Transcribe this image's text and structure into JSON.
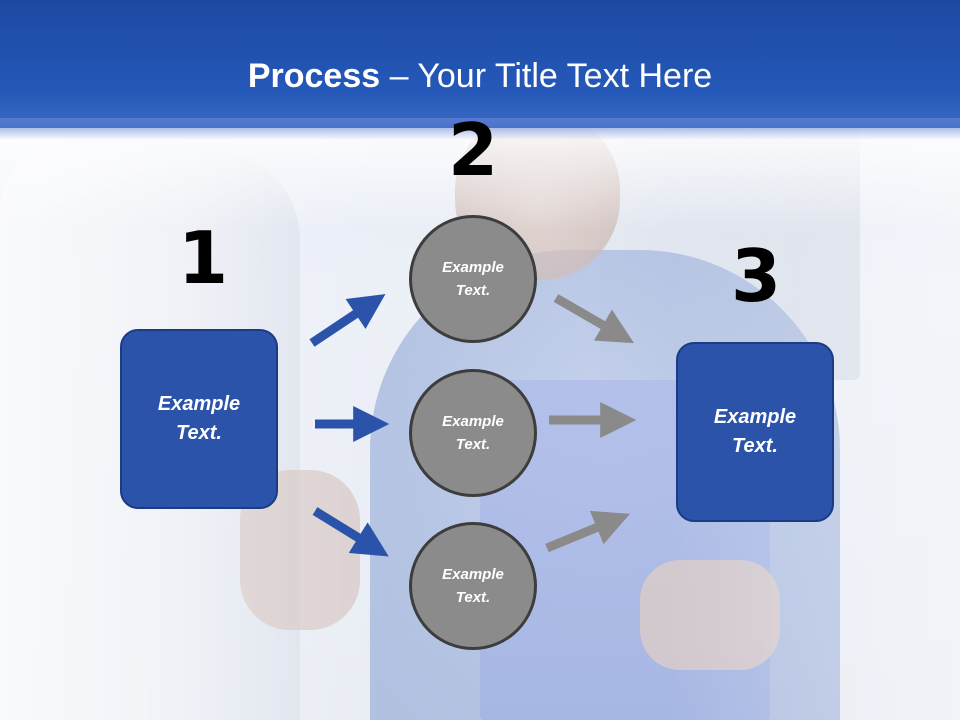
{
  "title": {
    "bold": "Process",
    "rest": " – Your Title Text Here"
  },
  "steps": {
    "one": "1",
    "two": "2",
    "three": "3"
  },
  "box_left": {
    "line1": "Example",
    "line2": "Text."
  },
  "box_right": {
    "line1": "Example",
    "line2": "Text."
  },
  "circles": [
    {
      "line1": "Example",
      "line2": "Text."
    },
    {
      "line1": "Example",
      "line2": "Text."
    },
    {
      "line1": "Example",
      "line2": "Text."
    }
  ],
  "colors": {
    "header": "#2458b8",
    "box": "#2a53a9",
    "circle": "#8b8b8b",
    "arrow_blue": "#2a53a9",
    "arrow_gray": "#8a8a8a"
  }
}
